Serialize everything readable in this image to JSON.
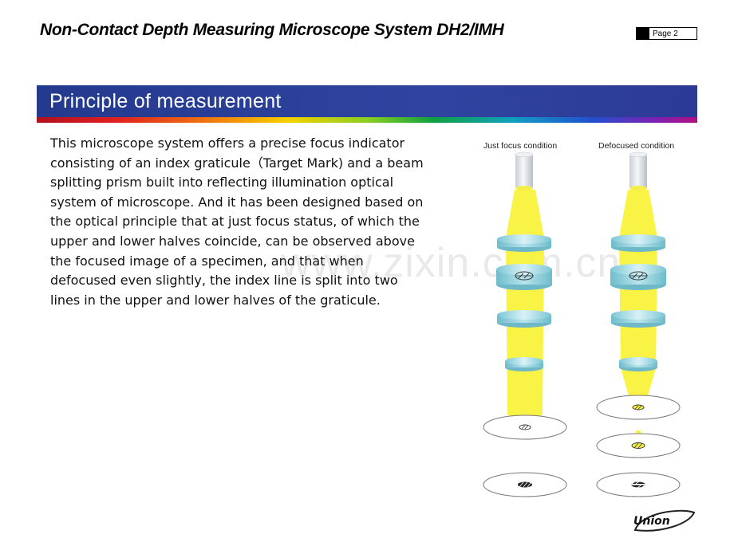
{
  "header": {
    "title": "Non-Contact Depth Measuring Microscope System DH2/IMH",
    "page_label": "Page 2"
  },
  "section": {
    "title": "Principle of measurement"
  },
  "body": {
    "lines": [
      "This microscope system offers a precise focus indicator",
      "consisting of an index graticule（Target Mark) and a beam",
      "splitting prism built into reflecting illumination optical",
      "system of microscope. And it has been designed based on",
      "the optical principle that at just focus status, of which the",
      "upper and lower halves coincide, can be observed above",
      "the focused image of a specimen, and that when",
      "defocused even slightly, the index line is split into two",
      "lines in the upper and lower halves of the graticule."
    ]
  },
  "diagram": {
    "left_label": "Just focus condition",
    "right_label": "Defocused condition",
    "colors": {
      "beam": "#f8f23a",
      "lens": "#a8dce6",
      "lens_edge": "#6fb8c8",
      "light_source": "#e6eaee"
    }
  },
  "watermark": "www.zixin.com.cn",
  "logo": {
    "text": "Union"
  }
}
